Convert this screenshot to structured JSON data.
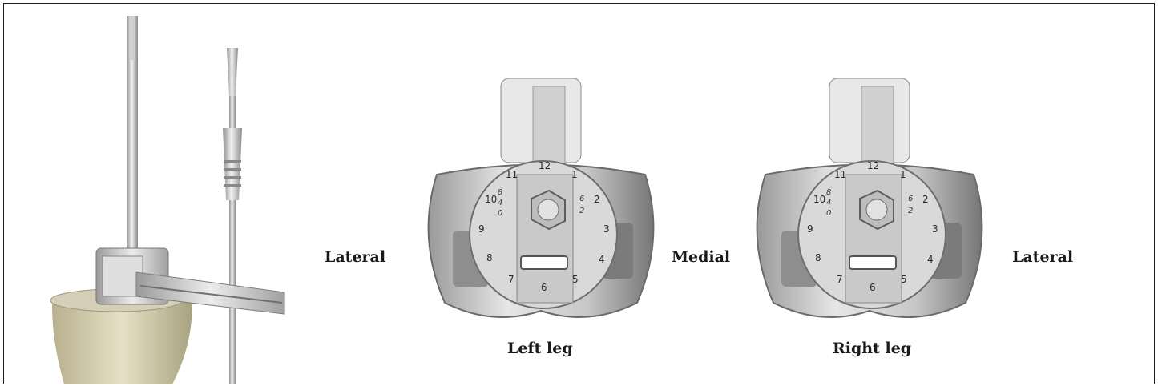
{
  "labels": {
    "left_side": "Lateral",
    "middle": "Medial",
    "right_side": "Lateral",
    "left_caption": "Left leg",
    "right_caption": "Right leg"
  },
  "dial": {
    "hours": [
      "12",
      "1",
      "2",
      "3",
      "4",
      "5",
      "6",
      "7",
      "8",
      "9",
      "10",
      "11"
    ],
    "ticks_left": [
      "8",
      "4",
      "0"
    ],
    "ticks_right": [
      "6",
      "2"
    ]
  },
  "colors": {
    "text": "#1a1a1a",
    "metal_light": "#e4e4e4",
    "metal_mid": "#b9b9b9",
    "metal_dark": "#6d6d6d",
    "bone": "#dcd6b8"
  }
}
